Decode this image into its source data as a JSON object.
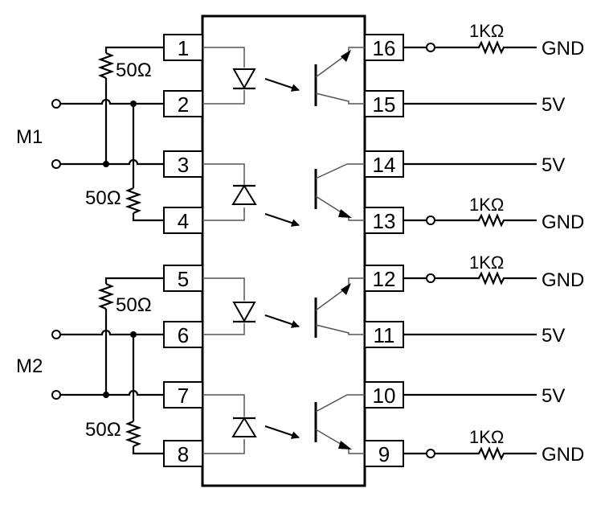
{
  "pins": {
    "p1": "1",
    "p2": "2",
    "p3": "3",
    "p4": "4",
    "p5": "5",
    "p6": "6",
    "p7": "7",
    "p8": "8",
    "p9": "9",
    "p10": "10",
    "p11": "11",
    "p12": "12",
    "p13": "13",
    "p14": "14",
    "p15": "15",
    "p16": "16"
  },
  "left": {
    "m1_label": "M1",
    "m2_label": "M2",
    "r_top1": "50Ω",
    "r_bot1": "50Ω",
    "r_top2": "50Ω",
    "r_bot2": "50Ω"
  },
  "right": {
    "r16": "1KΩ",
    "out16": "GND",
    "out15": "5V",
    "out14": "5V",
    "r13": "1KΩ",
    "out13": "GND",
    "r12": "1KΩ",
    "out12": "GND",
    "out11": "5V",
    "out10": "5V",
    "r9": "1KΩ",
    "out9": "GND"
  }
}
